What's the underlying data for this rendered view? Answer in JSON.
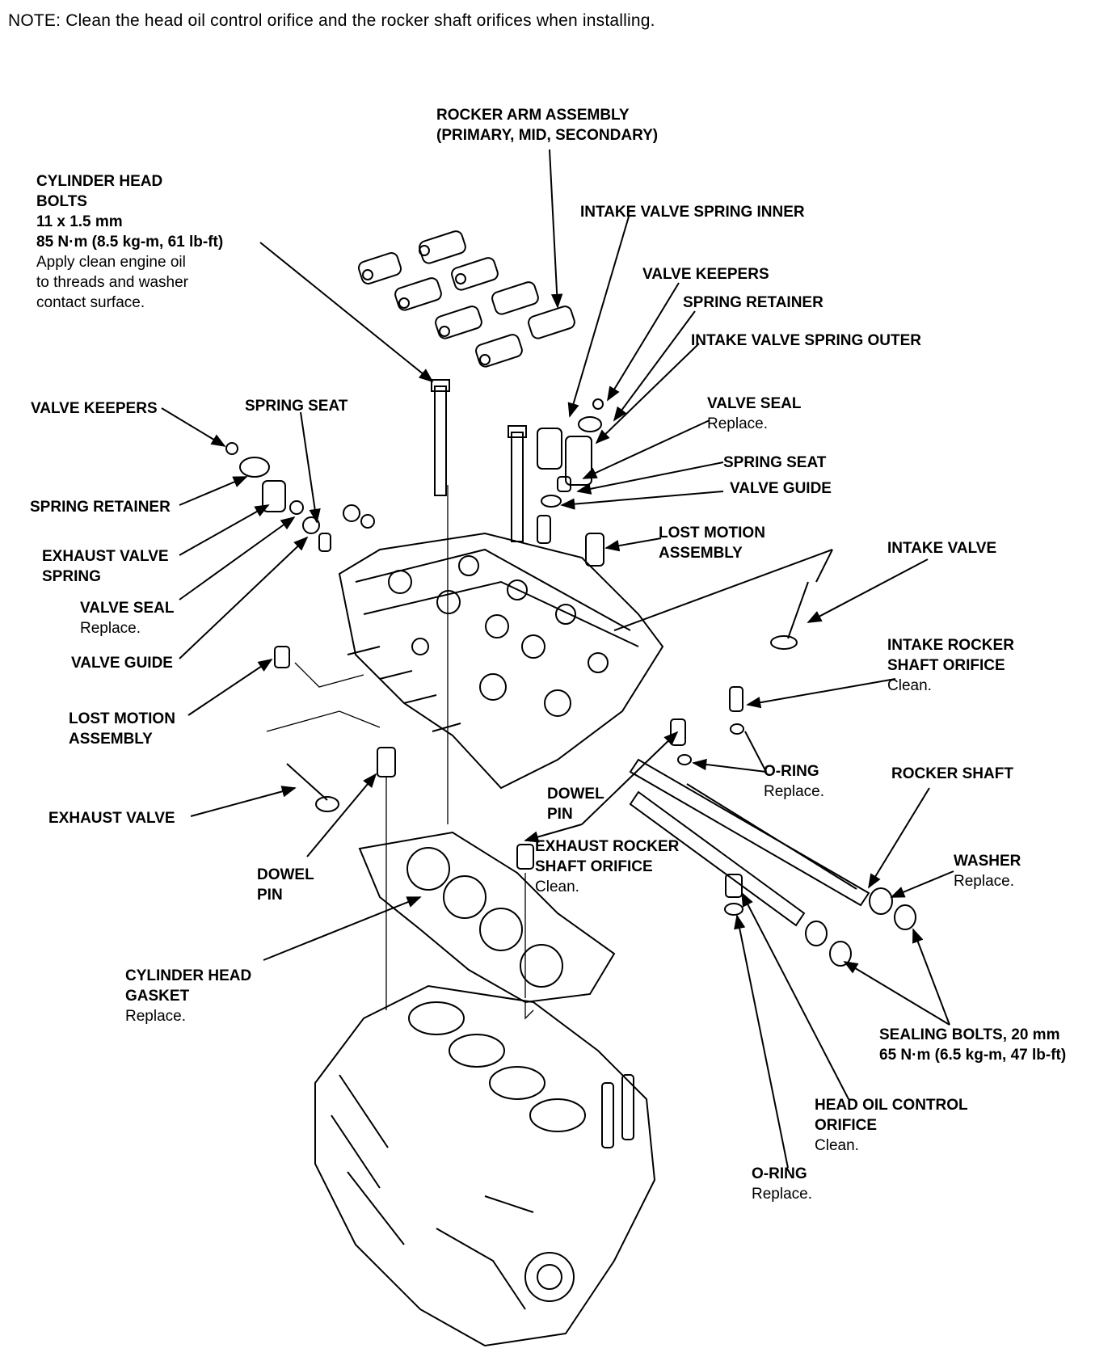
{
  "note": "NOTE:  Clean the head oil control orifice and the rocker shaft orifices when installing.",
  "labels": {
    "rocker_arm": [
      "ROCKER ARM ASSEMBLY",
      "(PRIMARY, MID, SECONDARY)"
    ],
    "cyl_head_bolts": [
      "CYLINDER HEAD",
      "BOLTS",
      "11 x 1.5 mm",
      "85 N·m (8.5 kg-m, 61 lb-ft)"
    ],
    "cyl_head_bolts_note": [
      "Apply clean engine oil",
      "to threads and washer",
      "contact surface."
    ],
    "intake_spring_inner": "INTAKE VALVE SPRING INNER",
    "valve_keepers_r": "VALVE KEEPERS",
    "spring_retainer_r": "SPRING RETAINER",
    "intake_spring_outer": "INTAKE VALVE SPRING OUTER",
    "valve_seal_r": "VALVE SEAL",
    "valve_seal_r_note": "Replace.",
    "spring_seat_r": "SPRING SEAT",
    "valve_guide_r": "VALVE GUIDE",
    "lost_motion_r": [
      "LOST MOTION",
      "ASSEMBLY"
    ],
    "intake_valve": "INTAKE VALVE",
    "intake_rocker_orifice": [
      "INTAKE ROCKER",
      "SHAFT ORIFICE"
    ],
    "intake_rocker_orifice_note": "Clean.",
    "o_ring_1": "O-RING",
    "o_ring_1_note": "Replace.",
    "rocker_shaft": "ROCKER SHAFT",
    "washer": "WASHER",
    "washer_note": "Replace.",
    "sealing_bolts": [
      "SEALING BOLTS, 20 mm",
      "65 N·m (6.5 kg-m, 47 lb-ft)"
    ],
    "head_oil_orifice": [
      "HEAD OIL CONTROL",
      "ORIFICE"
    ],
    "head_oil_orifice_note": "Clean.",
    "o_ring_2": "O-RING",
    "o_ring_2_note": "Replace.",
    "valve_keepers_l": "VALVE KEEPERS",
    "spring_seat_l": "SPRING SEAT",
    "spring_retainer_l": "SPRING RETAINER",
    "exhaust_spring": [
      "EXHAUST VALVE",
      "SPRING"
    ],
    "valve_seal_l": "VALVE SEAL",
    "valve_seal_l_note": "Replace.",
    "valve_guide_l": "VALVE GUIDE",
    "lost_motion_l": [
      "LOST MOTION",
      "ASSEMBLY"
    ],
    "exhaust_valve": "EXHAUST VALVE",
    "dowel_pin_l": [
      "DOWEL",
      "PIN"
    ],
    "dowel_pin_c": [
      "DOWEL",
      "PIN"
    ],
    "exhaust_rocker_orifice": [
      "EXHAUST ROCKER",
      "SHAFT ORIFICE"
    ],
    "exhaust_rocker_orifice_note": "Clean.",
    "head_gasket": [
      "CYLINDER HEAD",
      "GASKET"
    ],
    "head_gasket_note": "Replace."
  }
}
